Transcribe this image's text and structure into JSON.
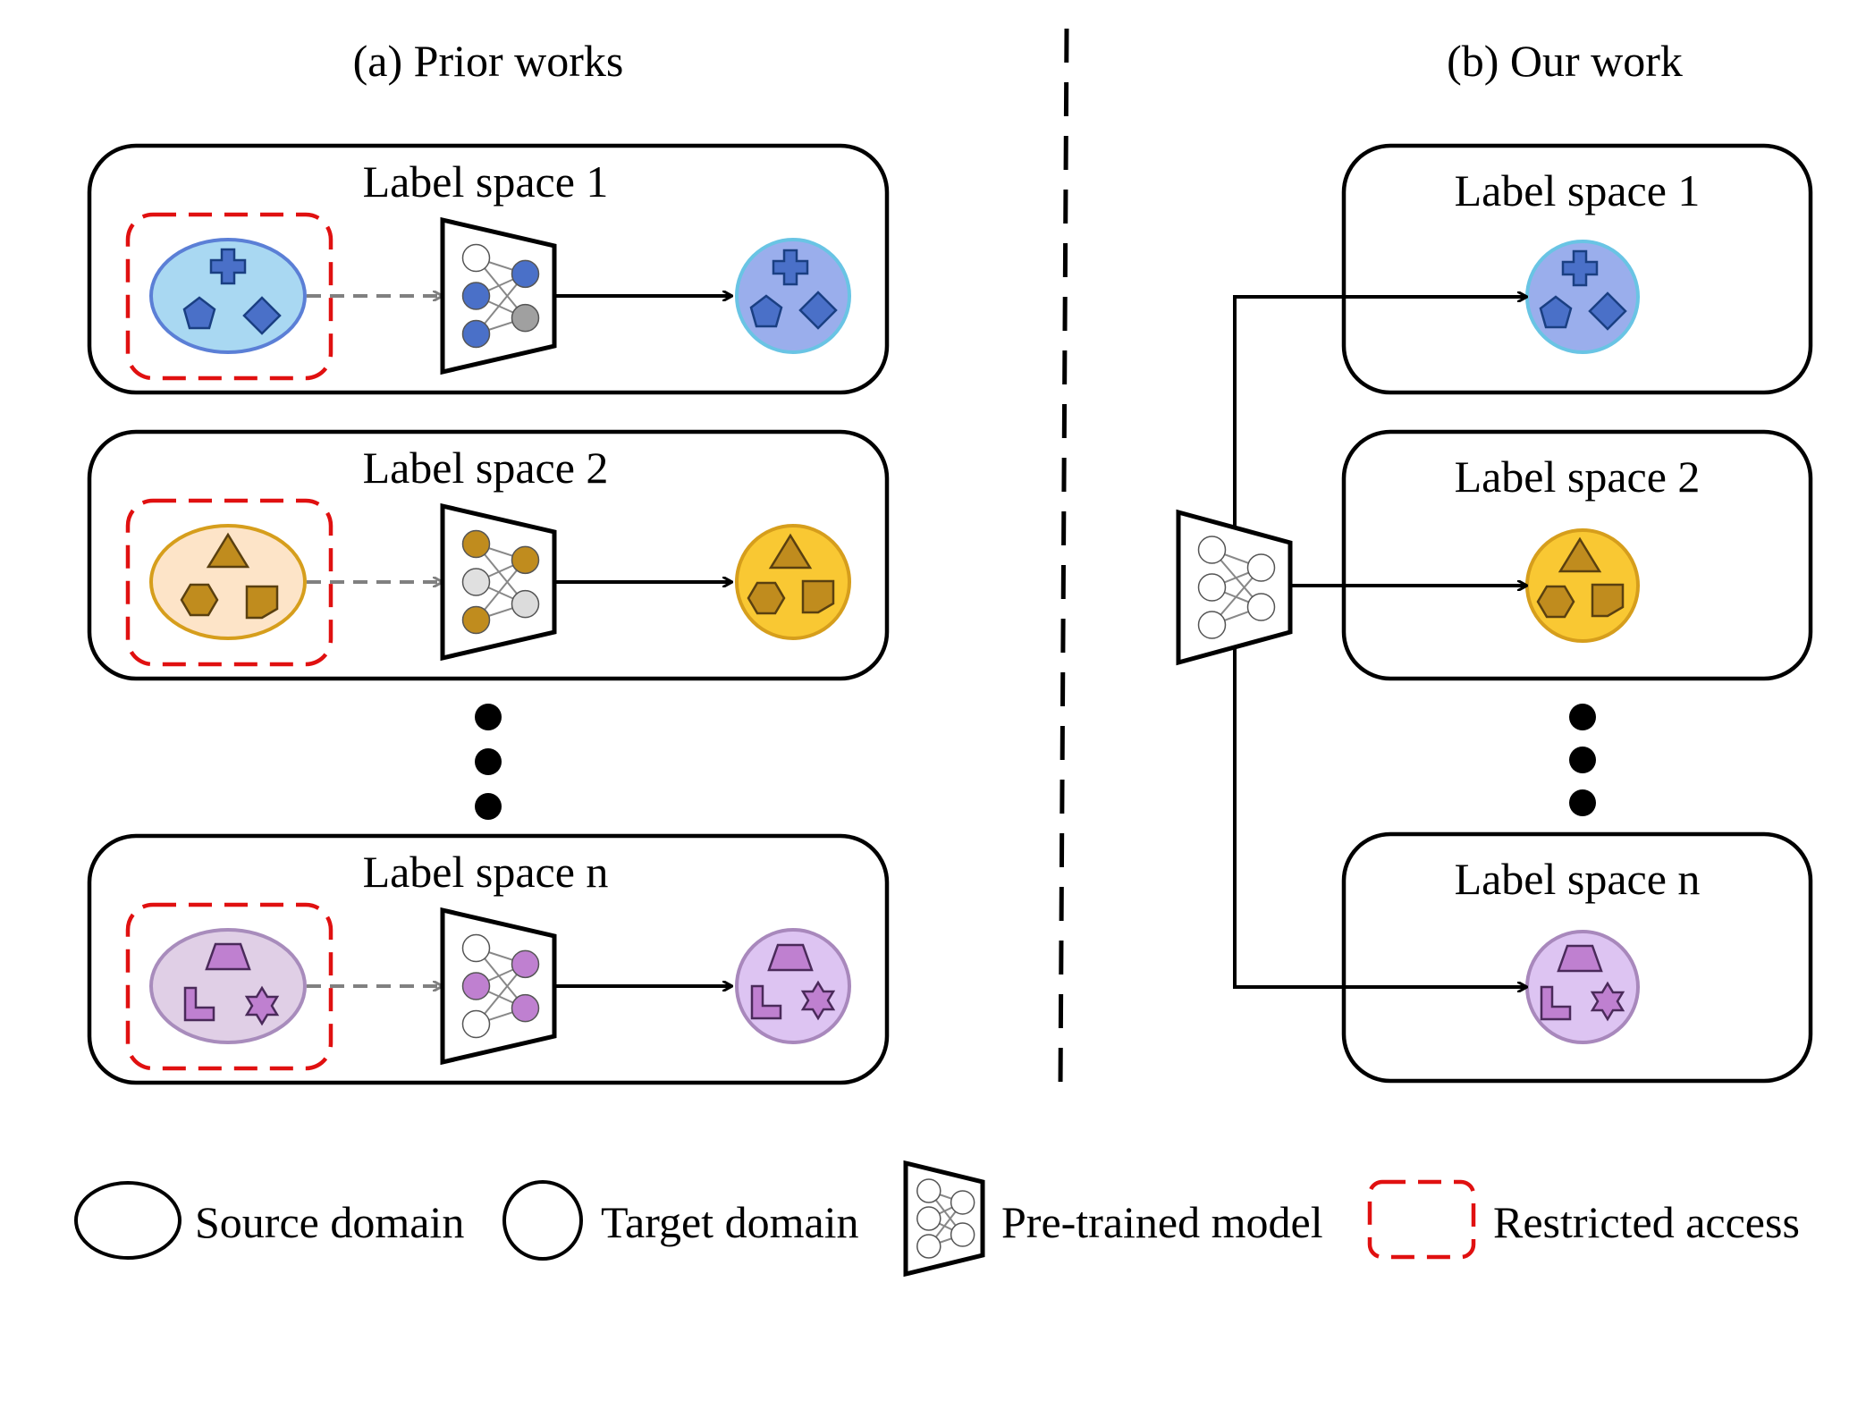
{
  "left_panel": {
    "title": "(a) Prior works",
    "boxes": [
      {
        "label": "Label space 1",
        "shapes": [
          "plus",
          "pentagon",
          "diamond"
        ],
        "source_fill": "#a9d8f2",
        "source_stroke": "#5b7fd6",
        "target_fill": "#9aaeec",
        "target_stroke": "#69c4e4",
        "shape_fill": "#4a70c8",
        "shape_stroke": "#1a3f82",
        "nodes_left": [
          "#ffffff",
          "#4a70c8",
          "#4a70c8"
        ],
        "nodes_right": [
          "#4a70c8",
          "#a0a0a0"
        ]
      },
      {
        "label": "Label space 2",
        "shapes": [
          "triangle",
          "hexagon",
          "house"
        ],
        "source_fill": "#fde4c8",
        "source_stroke": "#d69e1c",
        "target_fill": "#f9c833",
        "target_stroke": "#d69e1c",
        "shape_fill": "#c08c1e",
        "shape_stroke": "#5a4010",
        "nodes_left": [
          "#c08c1e",
          "#e0e0e0",
          "#c08c1e"
        ],
        "nodes_right": [
          "#c08c1e",
          "#dcdcdc"
        ]
      },
      {
        "label": "Label space n",
        "shapes": [
          "trapezoid",
          "lshape",
          "star"
        ],
        "source_fill": "#e0cfe6",
        "source_stroke": "#a88cbc",
        "target_fill": "#ddc4f2",
        "target_stroke": "#a888bc",
        "shape_fill": "#bf80d0",
        "shape_stroke": "#4a2a5a",
        "nodes_left": [
          "#ffffff",
          "#bf80d0",
          "#ffffff"
        ],
        "nodes_right": [
          "#bf80d0",
          "#bf80d0"
        ]
      }
    ]
  },
  "right_panel": {
    "title": "(b) Our work",
    "boxes": [
      {
        "label": "Label space 1"
      },
      {
        "label": "Label space 2"
      },
      {
        "label": "Label space n"
      }
    ]
  },
  "legend": [
    {
      "icon": "source-domain-ellipse",
      "label": "Source domain"
    },
    {
      "icon": "target-domain-circle",
      "label": "Target domain"
    },
    {
      "icon": "pretrained-model-trapezoid",
      "label": "Pre-trained model"
    },
    {
      "icon": "restricted-access-dashed-box",
      "label": "Restricted access"
    }
  ],
  "colors": {
    "restricted": "#e01010",
    "dashed_arrow": "#808080",
    "stroke": "#000000"
  }
}
